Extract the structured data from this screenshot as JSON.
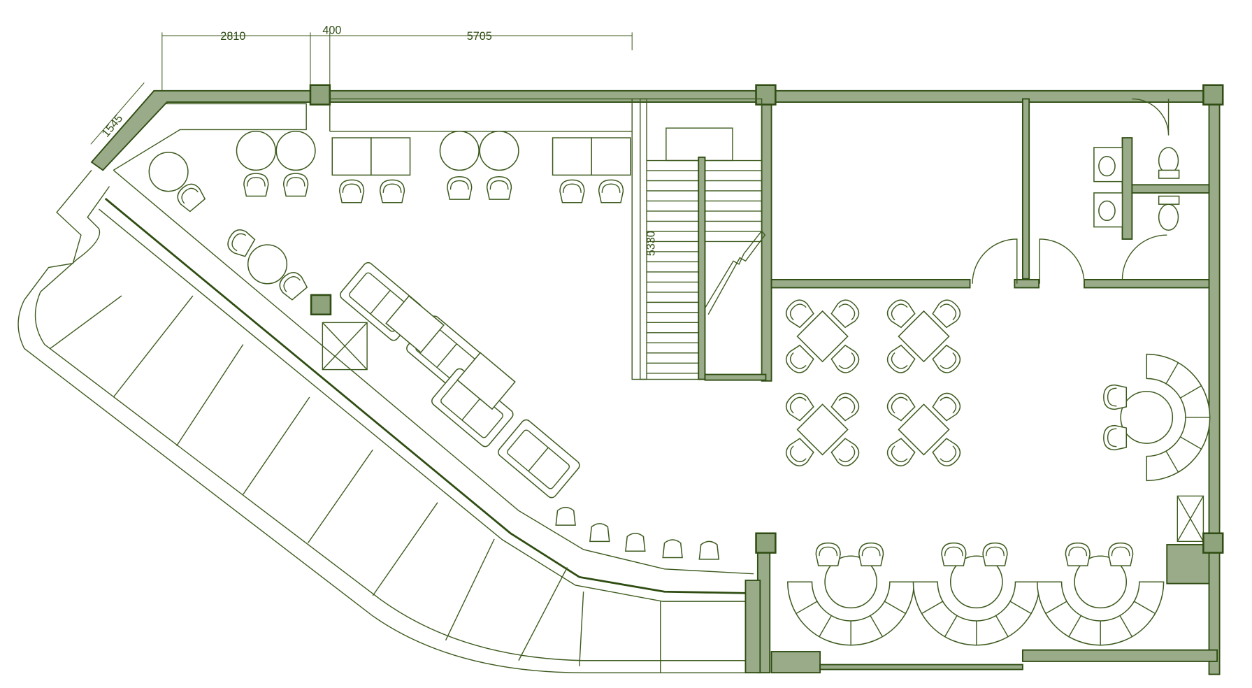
{
  "title": "Cafe floor plan",
  "dimensions": {
    "top_left": "2810",
    "column": "400",
    "top_right": "5705",
    "diagonal": "1545",
    "stair": "5330"
  },
  "colors": {
    "wall_fill": "#9aab8a",
    "line": "#3d5a1e",
    "dark_line": "#2f4d12"
  }
}
